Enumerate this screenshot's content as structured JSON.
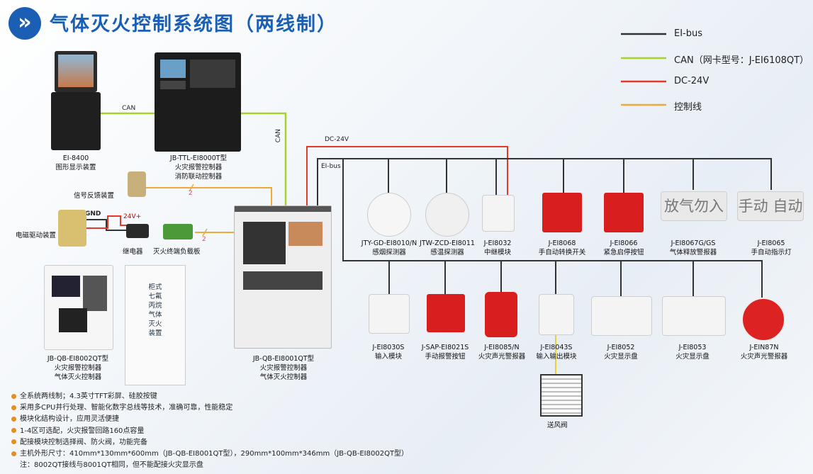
{
  "title": "气体灭火控制系统图（两线制）",
  "title_icon": "double-chevron-icon",
  "legend": [
    {
      "label": "EI-bus",
      "color": "#333333"
    },
    {
      "label": "CAN（网卡型号：J-EI6108QT）",
      "color": "#a8d22a"
    },
    {
      "label": "DC-24V",
      "color": "#e23b2e"
    },
    {
      "label": "控制线",
      "color": "#f0a93a"
    }
  ],
  "wire_labels": {
    "can1": "CAN",
    "can2": "CAN",
    "dc24": "DC-24V",
    "eibus": "EI-bus",
    "gnd": "GND",
    "v24": "24V+",
    "ctrl1": "2",
    "ctrl2": "2"
  },
  "devices": {
    "ei8400": {
      "line1": "EI-8400",
      "line2": "图形显示装置"
    },
    "ei8000t": {
      "line1": "JB-TTL-EI8000T型",
      "line2": "火灾报警控制器",
      "line3": "消防联动控制器"
    },
    "feedback": {
      "label": "信号反馈装置"
    },
    "solenoid": {
      "label": "电磁驱动装置"
    },
    "relay": {
      "label": "继电器"
    },
    "terminal": {
      "label": "灭火终端负载板"
    },
    "ei8002qt": {
      "line1": "JB-QB-EI8002QT型",
      "line2": "火灾报警控制器",
      "line3": "气体灭火控制器"
    },
    "ei8001qt": {
      "line1": "JB-QB-EI8001QT型",
      "line2": "火灾报警控制器",
      "line3": "气体灭火控制器"
    },
    "cabinet_text": "柜式七氟丙烷气体灭火装置"
  },
  "row1": [
    {
      "model": "JTY-GD-EI8010/N",
      "name": "感烟探测器"
    },
    {
      "model": "JTW-ZCD-EI8011",
      "name": "感温探测器"
    },
    {
      "model": "J-EI8032",
      "name": "中继模块"
    },
    {
      "model": "J-EI8068",
      "name": "手自动转换开关"
    },
    {
      "model": "J-EI8066",
      "name": "紧急启停按钮"
    },
    {
      "model": "J-EI8067G/GS",
      "name": "气体释放警报器",
      "sign": "放气勿入"
    },
    {
      "model": "J-EI8065",
      "name": "手自动指示灯",
      "sign": "手动 自动"
    }
  ],
  "row2": [
    {
      "model": "J-EI8030S",
      "name": "输入模块"
    },
    {
      "model": "J-SAP-EI8021S",
      "name": "手动报警按钮"
    },
    {
      "model": "J-EI8085/N",
      "name": "火灾声光警报器"
    },
    {
      "model": "J-EI8043S",
      "name": "输入输出模块"
    },
    {
      "model": "J-EI8052",
      "name": "火灾显示盘"
    },
    {
      "model": "J-EI8053",
      "name": "火灾显示盘"
    },
    {
      "model": "J-EIN87N",
      "name": "火灾声光警报器"
    }
  ],
  "damper": {
    "label": "送风阀"
  },
  "bullets": [
    "全系统两线制；4.3英寸TFT彩屏、硅胶按键",
    "采用多CPU并行处理、智能化数字总线等技术，准确可靠，性能稳定",
    "模块化结构设计，应用灵活便捷",
    "1-4区可选配，火灾报警回路160点容量",
    "配接模块控制选择阀、防火阀，功能完备",
    "主机外形尺寸：410mm*130mm*600mm（JB-QB-EI8001QT型），290mm*100mm*346mm（JB-QB-EI8002QT型）"
  ],
  "note": "注：8002QT接线与8001QT相同，但不能配接火灾显示盘"
}
